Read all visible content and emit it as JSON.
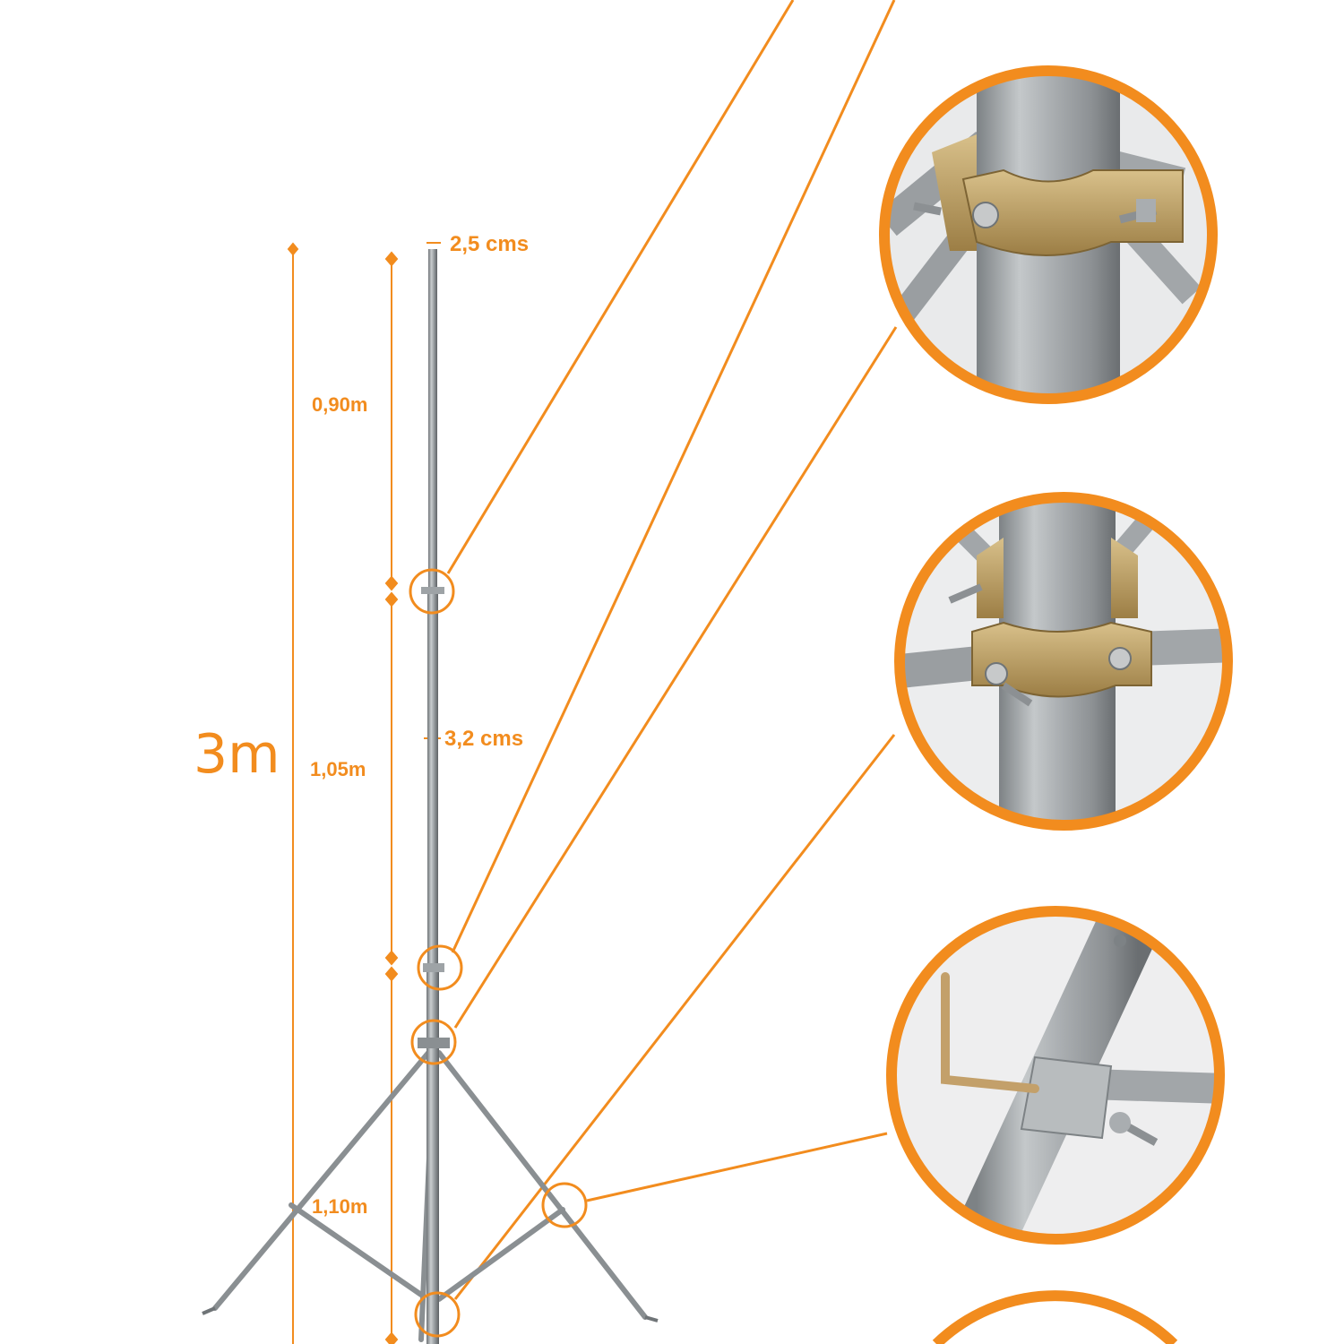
{
  "measurements": {
    "total_height": "3m",
    "top_section": "0,90m",
    "middle_section": "1,05m",
    "bottom_section": "1,10m",
    "top_diameter": "2,5 cms",
    "mid_diameter": "3,2 cms"
  },
  "colors": {
    "accent": "#f28c1e",
    "pole": "#9ea3a6",
    "pole_dark": "#6f7477",
    "clamp": "#b89a5a",
    "background": "#ffffff"
  },
  "details": [
    {
      "name": "detail-top-clamp-circle",
      "icon": "pole-clamp-icon"
    },
    {
      "name": "detail-leg-clamp-circle",
      "icon": "tripod-clamp-icon"
    },
    {
      "name": "detail-leg-hinge-circle",
      "icon": "leg-hinge-icon"
    },
    {
      "name": "detail-partial-circle",
      "icon": "partial-detail-icon"
    }
  ]
}
